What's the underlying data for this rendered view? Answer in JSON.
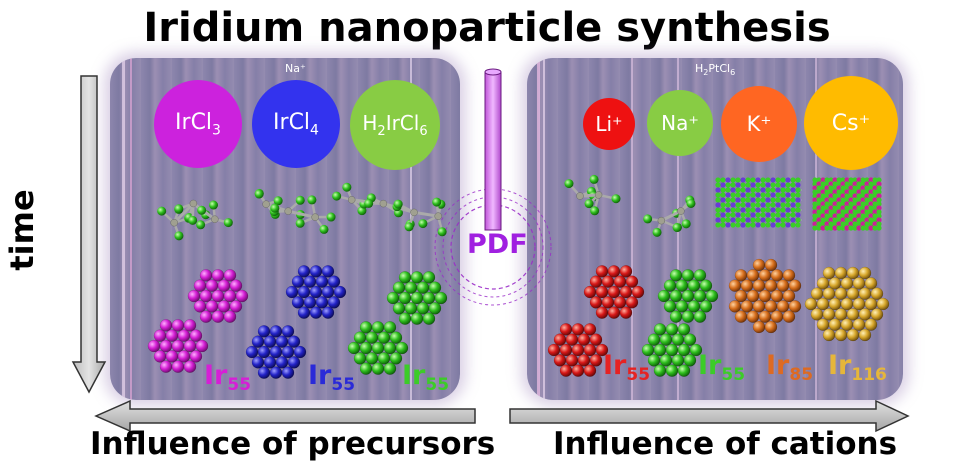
{
  "title": "Iridium nanoparticle synthesis",
  "axis": {
    "time_label": "time"
  },
  "center": {
    "technique": "PDF"
  },
  "left_panel": {
    "header_label": "Na⁺",
    "precursors": [
      {
        "base": "IrCl",
        "sub": "3",
        "tail": "",
        "color": "#cc22dd"
      },
      {
        "base": "IrCl",
        "sub": "4",
        "tail": "",
        "color": "#3333ee"
      },
      {
        "base": "H",
        "sub": "2",
        "tail": "IrCl",
        "sub2": "6",
        "color": "#88cc44"
      }
    ],
    "products": [
      {
        "base": "Ir",
        "sub": "55",
        "color": "#d61fd6"
      },
      {
        "base": "Ir",
        "sub": "55",
        "color": "#2a2ad8"
      },
      {
        "base": "Ir",
        "sub": "55",
        "color": "#3ccc28"
      }
    ],
    "caption": "Influence of precursors"
  },
  "right_panel": {
    "header_base": "H",
    "header_sub1": "2",
    "header_mid": "PtCl",
    "header_sub2": "6",
    "cations": [
      {
        "label": "Li⁺",
        "color": "#ee1111"
      },
      {
        "label": "Na⁺",
        "color": "#88cc44"
      },
      {
        "label": "K⁺",
        "color": "#ff6622"
      },
      {
        "label": "Cs⁺",
        "color": "#ffbb00"
      }
    ],
    "products": [
      {
        "base": "Ir",
        "sub": "55",
        "color": "#e62222"
      },
      {
        "base": "Ir",
        "sub": "55",
        "color": "#3ccc28"
      },
      {
        "base": "Ir",
        "sub": "85",
        "color": "#dd6a22"
      },
      {
        "base": "Ir",
        "sub": "116",
        "color": "#e6b63a"
      }
    ],
    "caption": "Influence of cations"
  }
}
